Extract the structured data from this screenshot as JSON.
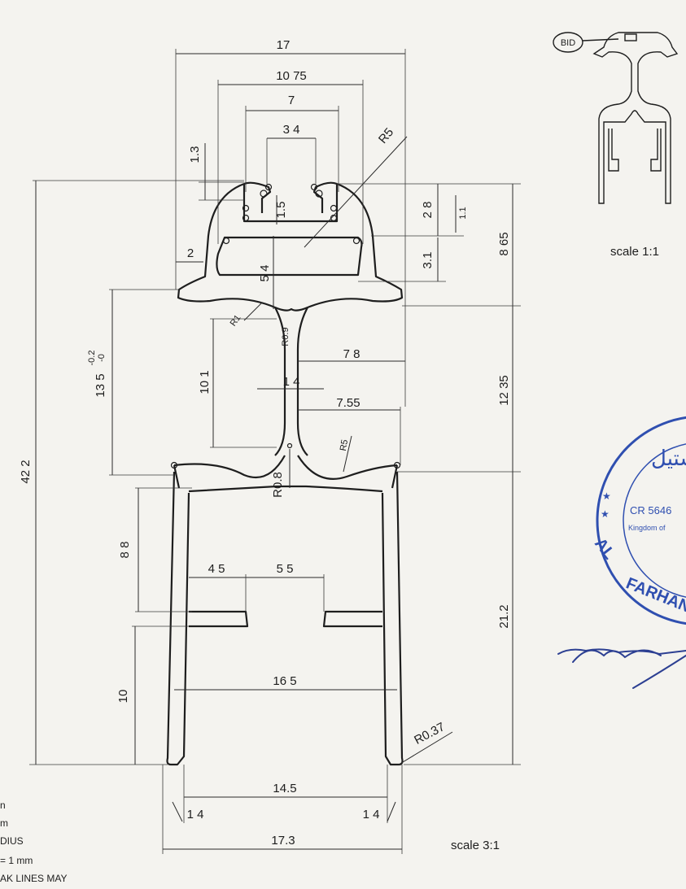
{
  "drawing": {
    "dimensions": {
      "overall_top_width": "17",
      "head_outer_width": "10 75",
      "head_inner_width": "7",
      "slot_width": "3 4",
      "slot_lip": "1.3",
      "slot_depth": "1.5",
      "head_height": "2 8",
      "head_step": "1.1",
      "cavity_height": "3.1",
      "top_section_height": "8 65",
      "head_offset": "5 4",
      "side_lip": "2",
      "top_radius": "R5",
      "neck_radius": "R1",
      "neck_inner_radius": "R0.9",
      "neck_height": "10 1",
      "neck_width": "1 4",
      "neck_side_width": "7 8",
      "middle_height": "13 5",
      "middle_tolerance_upper": "-0.2",
      "middle_tolerance_lower": "-0",
      "middle_section_height": "12 35",
      "lower_arc_width": "7.55",
      "lower_radius": "R5",
      "lower_fillet": "R0.8",
      "overall_height": "42 2",
      "channel_upper_height": "8 8",
      "left_tab": "4 5",
      "right_tab": "5 5",
      "channel_lower_height": "10",
      "channel_inner_width": "16 5",
      "foot_radius": "R0.37",
      "bottom_section_height": "21.2",
      "base_gap": "14.5",
      "wall_left": "1 4",
      "wall_right": "1 4",
      "base_width": "17.3"
    },
    "main_scale": "scale 3:1",
    "thumb_scale": "scale 1:1",
    "bid_label": "BID"
  },
  "notes": [
    "n",
    "m",
    "DIUS",
    "= 1  mm",
    "AK  LINES  MAY"
  ],
  "stamp": {
    "arabic": "ستيل",
    "registration": "CR 5646",
    "country": "Kingdom of",
    "company_bottom": "FARHAN",
    "company_left": "AL"
  },
  "colors": {
    "ink": "#1e1e1e",
    "stamp": "#2f4fb0",
    "paper": "#f4f3ef"
  }
}
